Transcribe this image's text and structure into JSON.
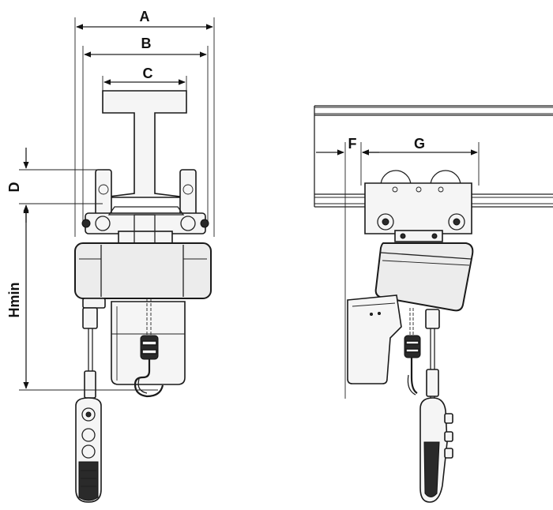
{
  "dimension_labels": {
    "a": "A",
    "b": "B",
    "c": "C",
    "d": "D",
    "hmin": "Hmin",
    "f": "F",
    "g": "G"
  },
  "colors": {
    "line": "#222222",
    "body": "#ececec",
    "background": "#ffffff"
  }
}
